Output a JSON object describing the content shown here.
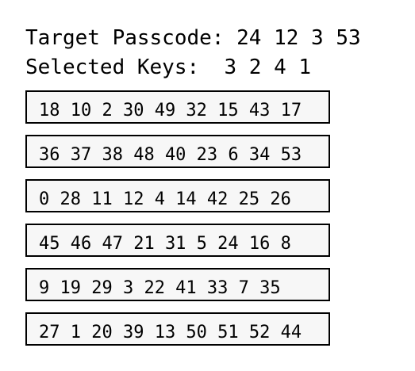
{
  "header": {
    "target_label": "Target Passcode:",
    "target_value": "24 12 3 53",
    "selected_label": "Selected Keys:",
    "selected_value": "3 2 4 1"
  },
  "rows": [
    {
      "keys": "18 10 2 30 49 32 15 43 17"
    },
    {
      "keys": "36 37 38 48 40 23 6 34 53"
    },
    {
      "keys": "0 28 11 12 4 14 42 25 26"
    },
    {
      "keys": "45 46 47 21 31 5 24 16 8"
    },
    {
      "keys": "9 19 29 3 22 41 33 7 35"
    },
    {
      "keys": "27 1 20 39 13 50 51 52 44"
    }
  ]
}
